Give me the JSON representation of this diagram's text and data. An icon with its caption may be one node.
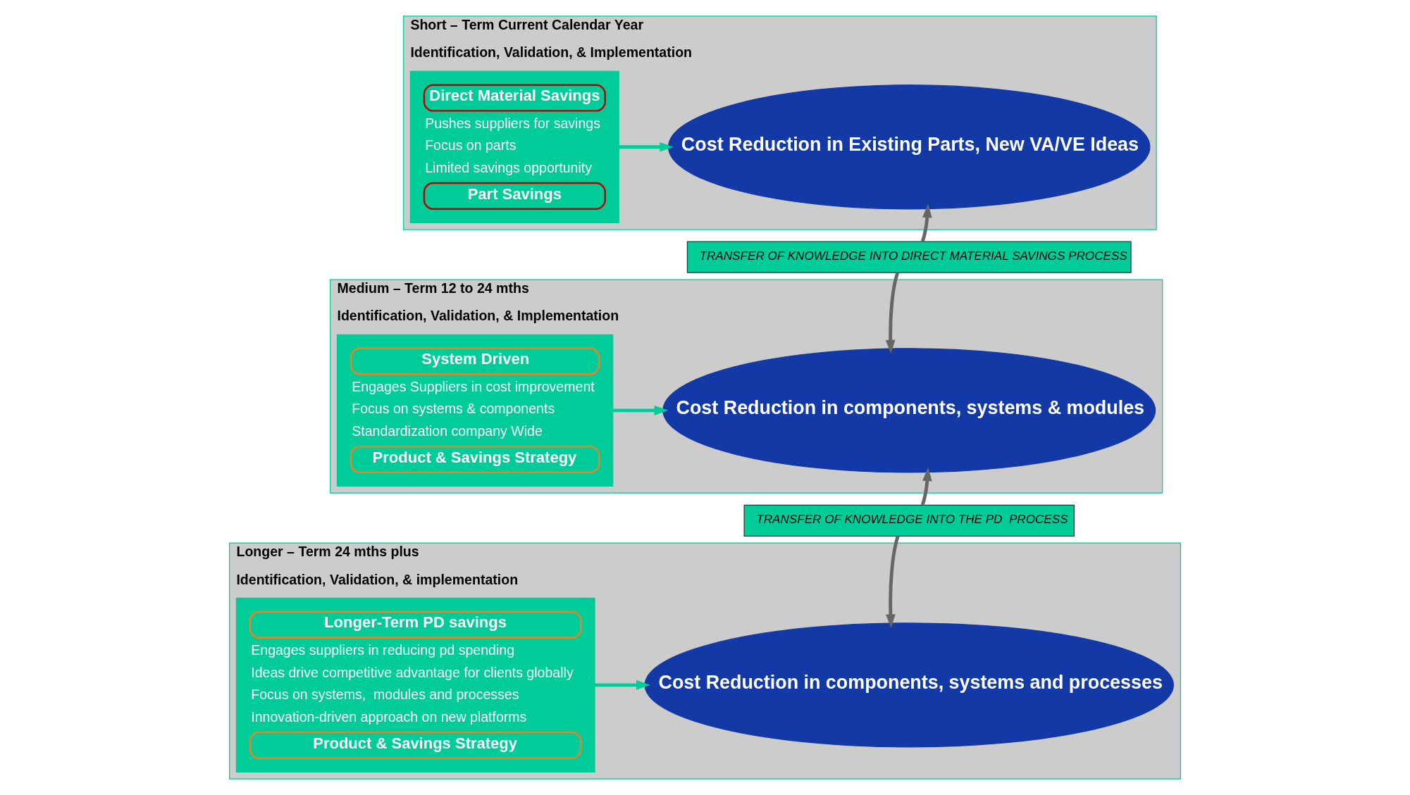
{
  "diagram": {
    "nodes": [
      {
        "text": [
          "Short – Term Current Calendar Year",
          "Identification, Validation, & Implementation"
        ]
      },
      {
        "text": [
          "Direct Material Savings",
          "Pushes suppliers for savings",
          "Focus on parts",
          "Limited savings opportunity",
          "Part Savings"
        ],
        "in": 0
      },
      {
        "text": [
          "Cost Reduction in Existing Parts, New VA/VE Ideas"
        ],
        "in": 0
      },
      {
        "text": [
          "Medium – Term 12 to 24 mths",
          "Identification, Validation, & Implementation"
        ]
      },
      {
        "text": [
          "System Driven",
          "Engages Suppliers in cost improvement",
          "Focus on systems & components",
          "Standardization company Wide",
          "Product & Savings Strategy"
        ],
        "in": 3
      },
      {
        "text": [
          "Cost Reduction in components, systems & modules"
        ],
        "in": 3
      },
      {
        "text": [
          "Longer – Term 24 mths plus",
          "Identification, Validation, & implementation"
        ]
      },
      {
        "text": [
          "Longer-Term PD savings",
          "Engages suppliers in reducing pd spending",
          "Ideas drive competitive advantage for clients globally",
          "Focus on systems,  modules and processes",
          "Innovation-driven approach on new platforms",
          "Product & Savings Strategy"
        ],
        "in": 6
      },
      {
        "text": [
          "Cost Reduction in components, systems and processes"
        ],
        "in": 6
      },
      {
        "text": [
          "TRANSFER OF KNOWLEDGE INTO DIRECT MATERIAL SAVINGS PROCESS"
        ]
      },
      {
        "text": [
          "TRANSFER OF KNOWLEDGE INTO THE PD  PROCESS"
        ]
      }
    ],
    "edges": [
      {
        "from": 1,
        "to": 2,
        "arrow": "to",
        "color": "#00cc99"
      },
      {
        "from": 4,
        "to": 5,
        "arrow": "to",
        "color": "#00cc99"
      },
      {
        "from": 7,
        "to": 8,
        "arrow": "to",
        "color": "#00cc99"
      },
      {
        "from": 9,
        "to": 2,
        "arrow": "to"
      },
      {
        "from": 9,
        "to": 5,
        "arrow": "to"
      },
      {
        "from": 10,
        "to": 5,
        "arrow": "to"
      },
      {
        "from": 10,
        "to": 8,
        "arrow": "to"
      }
    ]
  }
}
